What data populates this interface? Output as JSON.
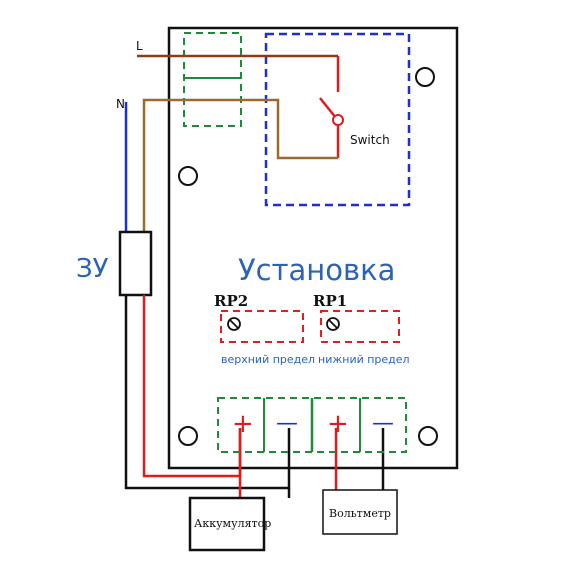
{
  "labels": {
    "line_l": "L",
    "line_n": "N",
    "charger": "ЗУ",
    "switch": "Switch",
    "title": "Установка",
    "rp2": "RP2",
    "rp1": "RP1",
    "rp2_caption": "верхний предел",
    "rp1_caption": "нижний предел",
    "battery": "Аккумулятор",
    "voltmeter": "Вольтметр",
    "plus_1": "+",
    "minus_1": "—",
    "plus_2": "+",
    "minus_2": "—"
  },
  "colors": {
    "board_outline": "#111111",
    "live_wire": "#8b3a1a",
    "neutral_wire": "#1a2fd6",
    "brown_wire": "#9a6a2e",
    "red_wire": "#e01b1b",
    "green_dash": "#1f8a3a",
    "blue_dash": "#1f2fd0",
    "red_dash": "#e02020",
    "title_color": "#2a63b8",
    "caption_color": "#2a63b8"
  }
}
